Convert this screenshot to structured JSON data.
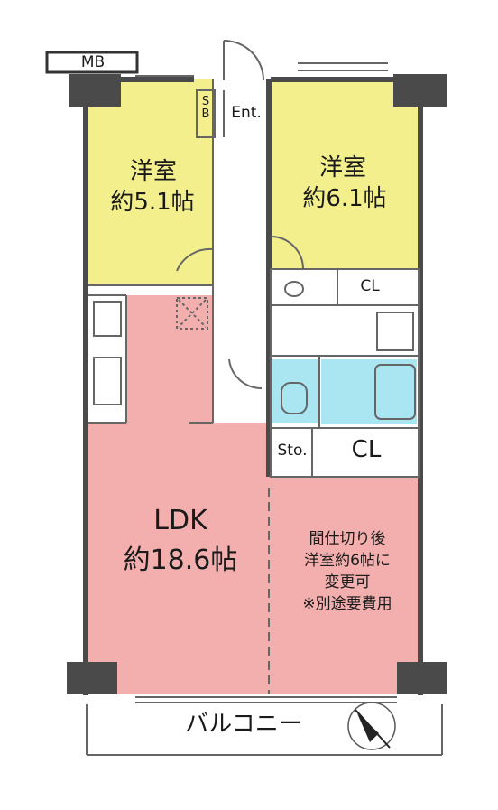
{
  "plan": {
    "colors": {
      "bedroom": "#f2ef8c",
      "ldk": "#f3aeae",
      "wet": "#a9e6f2",
      "wall": "#4a4a4a",
      "line": "#666666"
    },
    "rooms": {
      "bedroom_west": {
        "name": "洋室",
        "size": "約5.1帖"
      },
      "bedroom_east": {
        "name": "洋室",
        "size": "約6.1帖"
      },
      "ldk": {
        "name": "LDK",
        "size": "約18.6帖"
      }
    },
    "labels": {
      "meter_box": "MB",
      "shoe_box": "S\nB",
      "entrance": "Ent.",
      "closet_upper": "CL",
      "closet_lower": "CL",
      "storage": "Sto.",
      "balcony": "バルコニー"
    },
    "note": {
      "line1": "間仕切り後",
      "line2": "洋室約6帖に",
      "line3": "変更可",
      "line4": "※別途要費用"
    },
    "compass_icon": "north-arrow-icon"
  }
}
